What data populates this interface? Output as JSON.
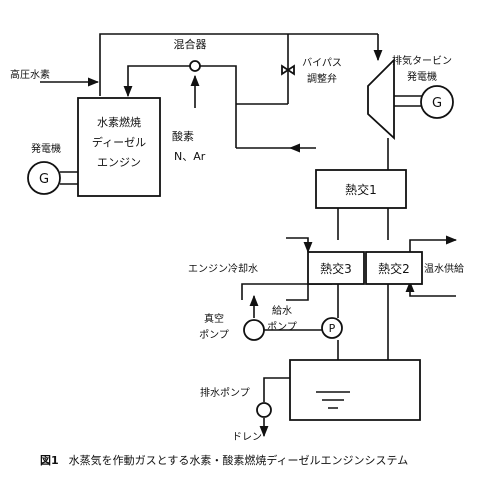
{
  "labels": {
    "mixer": "混合器",
    "hydrogen": "高圧水素",
    "bypass_valve_line1": "バイパス",
    "bypass_valve_line2": "調整弁",
    "turbine_line1": "排気タービン",
    "turbine_line2": "発電機",
    "engine_line1": "水素燃焼",
    "engine_line2": "ディーゼル",
    "engine_line3": "エンジン",
    "generator_left": "発電機",
    "oxygen": "酸素",
    "argon": "N、Ar",
    "hex1": "熱交1",
    "hex2": "熱交2",
    "hex3": "熱交3",
    "engine_coolant": "エンジン冷却水",
    "hot_water_supply": "温水供給",
    "vacuum_pump_line1": "真空",
    "vacuum_pump_line2": "ポンプ",
    "feed_pump_line1": "給水",
    "feed_pump_line2": "ポンプ",
    "drain_pump": "排水ポンプ",
    "drain": "ドレン",
    "generator_symbol": "G",
    "pump_symbol": "P"
  },
  "caption": {
    "number": "図1",
    "text": "水蒸気を作動ガスとする水素・酸素燃焼ディーゼルエンジンシステム"
  }
}
